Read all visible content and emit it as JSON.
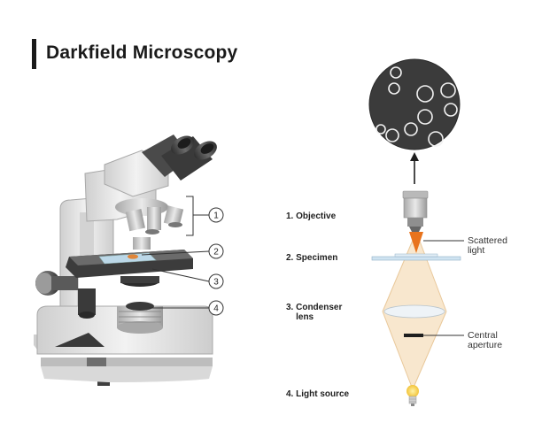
{
  "title": "Darkfield  Microscopy",
  "steps": [
    {
      "number": "1",
      "label": "1. Objective"
    },
    {
      "number": "2",
      "label": "2. Specimen"
    },
    {
      "number": "3",
      "label": "3. Condenser\n    lens"
    },
    {
      "number": "4",
      "label": "4. Light source"
    }
  ],
  "annotations": {
    "scattered_light": "Scattered\nlight",
    "central_aperture": "Central\naperture"
  },
  "icons": [
    "microscope-illustration",
    "darkfield-view-icon",
    "up-arrow-icon",
    "objective-lens-icon",
    "specimen-slide-icon",
    "condenser-lens-icon",
    "central-aperture-icon",
    "light-bulb-icon"
  ],
  "colors": {
    "title_bar": "#1a1a1a",
    "light_beam": "#f6d9b3",
    "scatter": "#e8731c",
    "view_field": "#3b3b3b",
    "microscope_body": "#e6e6e6",
    "microscope_dark": "#4a4a4a"
  }
}
